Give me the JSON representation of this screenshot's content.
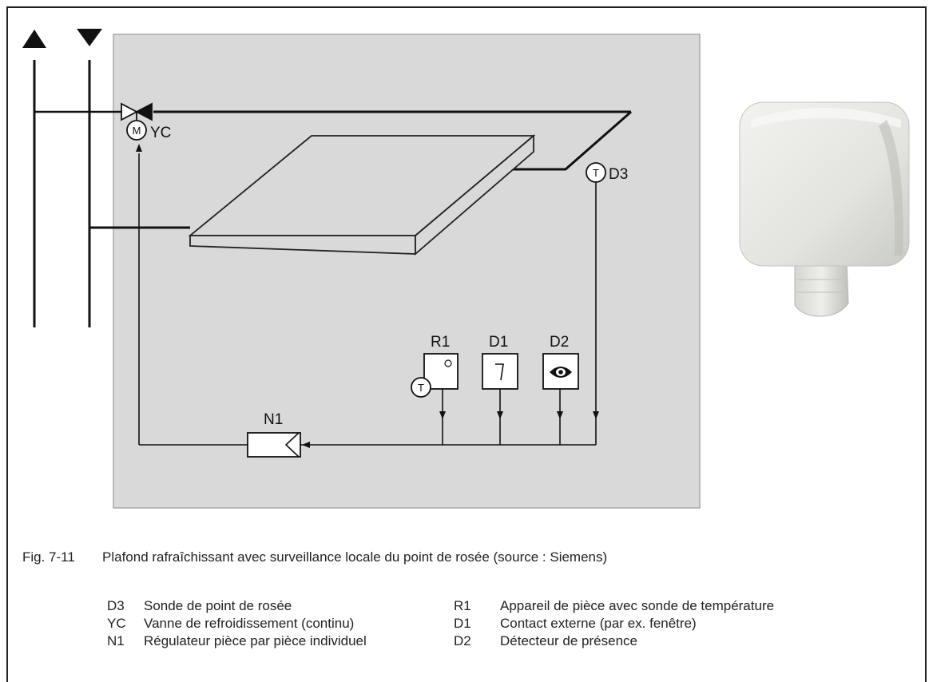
{
  "labels": {
    "yc": "YC",
    "d3": "D3",
    "r1": "R1",
    "d1": "D1",
    "d2": "D2",
    "n1": "N1",
    "motor": "M",
    "temp": "T"
  },
  "caption": {
    "number": "Fig. 7-11",
    "text": "Plafond rafraîchissant avec surveillance locale du point de rosée (source : Siemens)"
  },
  "legend": {
    "left": [
      {
        "code": "D3",
        "desc": "Sonde de point de rosée"
      },
      {
        "code": "YC",
        "desc": "Vanne de refroidissement (continu)"
      },
      {
        "code": "N1",
        "desc": "Régulateur pièce par pièce individuel"
      }
    ],
    "right": [
      {
        "code": "R1",
        "desc": "Appareil de pièce avec sonde de température"
      },
      {
        "code": "D1",
        "desc": "Contact externe (par ex. fenêtre)"
      },
      {
        "code": "D2",
        "desc": "Détecteur de présence"
      }
    ]
  },
  "colors": {
    "panel": "#d9d9d9",
    "panel_border": "#a9a9a9",
    "line": "#111111",
    "sensor_body": "#e6e7e2"
  }
}
